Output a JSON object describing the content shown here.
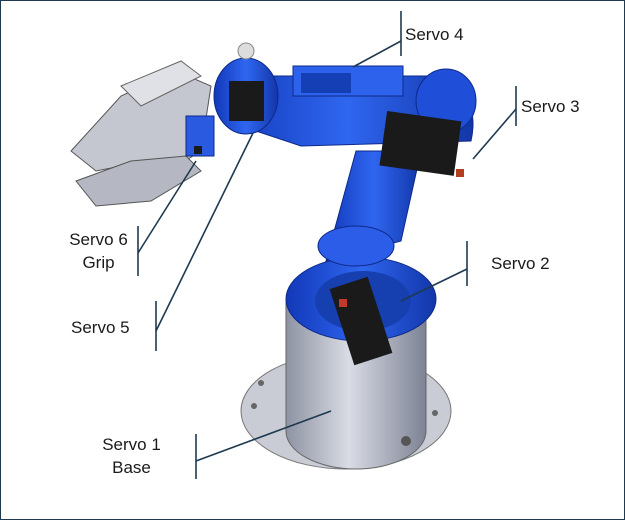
{
  "labels": {
    "servo4": "Servo 4",
    "servo3": "Servo 3",
    "servo2": "Servo 2",
    "servo6": "Servo 6",
    "servo6_sub": "Grip",
    "servo5": "Servo 5",
    "servo1": "Servo 1",
    "servo1_sub": "Base"
  },
  "colors": {
    "arm_blue": "#1f4fd8",
    "servo_black": "#1a1a1a",
    "base_gray": "#b8bcc6",
    "leader": "#1f3a50"
  }
}
